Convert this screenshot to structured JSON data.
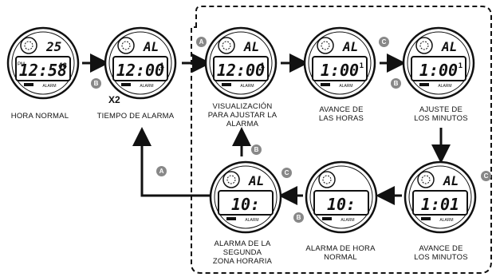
{
  "watches": [
    {
      "id": "normal",
      "top": "25",
      "main": "12:58",
      "sec": "48",
      "ampm": "PM",
      "alarm": "ALARM",
      "label": "HORA NORMAL"
    },
    {
      "id": "alarm-time",
      "top": "AL",
      "main": "12:00",
      "sec": "1",
      "ampm": "",
      "alarm": "ALARM",
      "label": "TIEMPO DE ALARMA"
    },
    {
      "id": "display-set",
      "top": "AL",
      "main": "12:00",
      "sec": "1",
      "ampm": "",
      "alarm": "ALARM",
      "label": "VISUALIZACIÓN PARA AJUSTAR LA ALARMA"
    },
    {
      "id": "hour-advance",
      "top": "AL",
      "main": "1:00",
      "sec": "1",
      "ampm": "",
      "alarm": "ALARM",
      "label": "AVANCE DE LAS HORAS"
    },
    {
      "id": "minute-set",
      "top": "AL",
      "main": "1:00",
      "sec": "1",
      "ampm": "",
      "alarm": "ALARM",
      "label": "AJUSTE DE LOS MINUTOS"
    },
    {
      "id": "minute-advance",
      "top": "AL",
      "main": "1:01",
      "sec": "",
      "ampm": "",
      "alarm": "ALARM",
      "label": "AVANCE DE LOS MINUTOS"
    },
    {
      "id": "normal-alarm",
      "top": "",
      "main": "10:",
      "sec": "",
      "ampm": "",
      "alarm": "ALARM",
      "label": "ALARMA DE HORA NORMAL"
    },
    {
      "id": "second-zone-alarm",
      "top": "AL",
      "main": "10:",
      "sec": "",
      "ampm": "",
      "alarm": "ALARM",
      "label": "ALARMA DE LA SEGUNDA ZONA HORARIA"
    }
  ],
  "label_lines": {
    "normal": [
      "HORA NORMAL"
    ],
    "alarm_time": [
      "TIEMPO DE ALARMA"
    ],
    "display_set": [
      "VISUALIZACIÓN",
      "PARA AJUSTAR LA",
      "ALARMA"
    ],
    "hour_advance": [
      "AVANCE DE",
      "LAS HORAS"
    ],
    "minute_set": [
      "AJUSTE DE",
      "LOS MINUTOS"
    ],
    "minute_advance": [
      "AVANCE DE",
      "LOS MINUTOS"
    ],
    "normal_alarm": [
      "ALARMA DE HORA",
      "NORMAL"
    ],
    "second_zone_alarm": [
      "ALARMA DE LA",
      "SEGUNDA",
      "ZONA HORARIA"
    ]
  },
  "buttons": {
    "a": "A",
    "b": "B",
    "c": "C"
  },
  "multiplier": "X2",
  "colors": {
    "ink": "#111111",
    "badge": "#888888",
    "lcd": "#ffffff"
  }
}
